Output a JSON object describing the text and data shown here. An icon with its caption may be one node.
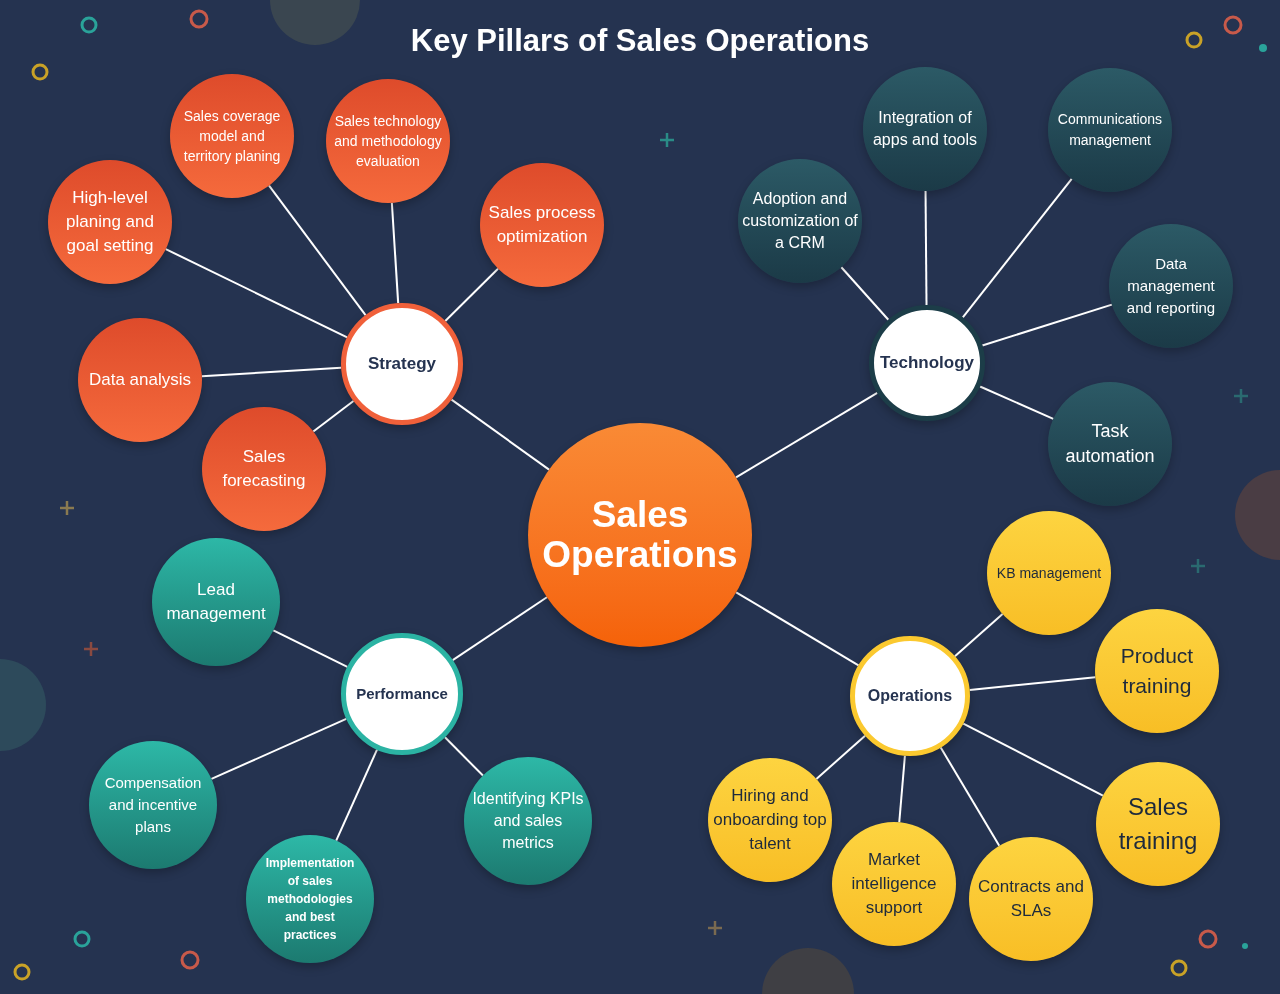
{
  "diagram": {
    "title": "Key Pillars of Sales Operations",
    "nodes": [
      {
        "text": [
          "Sales Operations"
        ]
      },
      {
        "text": [
          "Strategy"
        ]
      },
      {
        "text": [
          "Sales coverage model and territory planing"
        ]
      },
      {
        "text": [
          "Sales technology and methodology evaluation"
        ]
      },
      {
        "text": [
          "High-level planing and goal setting"
        ]
      },
      {
        "text": [
          "Sales process optimization"
        ]
      },
      {
        "text": [
          "Data analysis"
        ]
      },
      {
        "text": [
          "Sales forecasting"
        ]
      },
      {
        "text": [
          "Technology"
        ]
      },
      {
        "text": [
          "Integration of apps and tools"
        ]
      },
      {
        "text": [
          "Communications management"
        ]
      },
      {
        "text": [
          "Adoption and customization of a CRM"
        ]
      },
      {
        "text": [
          "Data management and reporting"
        ]
      },
      {
        "text": [
          "Task automation"
        ]
      },
      {
        "text": [
          "Performance"
        ]
      },
      {
        "text": [
          "Lead management"
        ]
      },
      {
        "text": [
          "Compensation and incentive plans"
        ]
      },
      {
        "text": [
          "Identifying KPIs and sales metrics"
        ]
      },
      {
        "text": [
          "Implementation of sales methodologies and best practices"
        ]
      },
      {
        "text": [
          "Operations"
        ]
      },
      {
        "text": [
          "KB management"
        ]
      },
      {
        "text": [
          "Product training"
        ]
      },
      {
        "text": [
          "Sales training"
        ]
      },
      {
        "text": [
          "Hiring and onboarding top talent"
        ]
      },
      {
        "text": [
          "Market intelligence support"
        ]
      },
      {
        "text": [
          "Contracts and SLAs"
        ]
      }
    ],
    "edges": [
      {
        "from": 0,
        "to": 1,
        "arrow": "none"
      },
      {
        "from": 0,
        "to": 8,
        "arrow": "none"
      },
      {
        "from": 0,
        "to": 14,
        "arrow": "none"
      },
      {
        "from": 0,
        "to": 19,
        "arrow": "none"
      },
      {
        "from": 1,
        "to": 2,
        "arrow": "none"
      },
      {
        "from": 1,
        "to": 3,
        "arrow": "none"
      },
      {
        "from": 1,
        "to": 4,
        "arrow": "none"
      },
      {
        "from": 1,
        "to": 5,
        "arrow": "none"
      },
      {
        "from": 1,
        "to": 6,
        "arrow": "none"
      },
      {
        "from": 1,
        "to": 7,
        "arrow": "none"
      },
      {
        "from": 8,
        "to": 9,
        "arrow": "none"
      },
      {
        "from": 8,
        "to": 10,
        "arrow": "none"
      },
      {
        "from": 8,
        "to": 11,
        "arrow": "none"
      },
      {
        "from": 8,
        "to": 12,
        "arrow": "none"
      },
      {
        "from": 8,
        "to": 13,
        "arrow": "none"
      },
      {
        "from": 14,
        "to": 15,
        "arrow": "none"
      },
      {
        "from": 14,
        "to": 16,
        "arrow": "none"
      },
      {
        "from": 14,
        "to": 17,
        "arrow": "none"
      },
      {
        "from": 14,
        "to": 18,
        "arrow": "none"
      },
      {
        "from": 19,
        "to": 20,
        "arrow": "none"
      },
      {
        "from": 19,
        "to": 21,
        "arrow": "none"
      },
      {
        "from": 19,
        "to": 22,
        "arrow": "none"
      },
      {
        "from": 19,
        "to": 23,
        "arrow": "none"
      },
      {
        "from": 19,
        "to": 24,
        "arrow": "none"
      },
      {
        "from": 19,
        "to": 25,
        "arrow": "none"
      }
    ]
  }
}
